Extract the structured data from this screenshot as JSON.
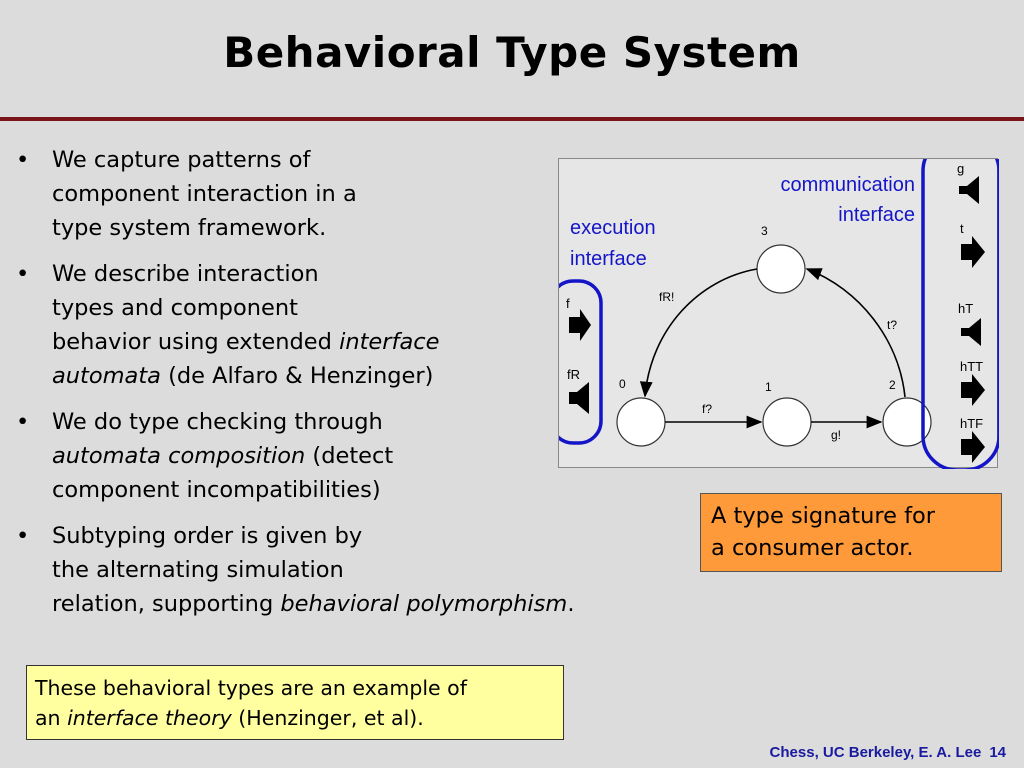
{
  "slide": {
    "title": "Behavioral Type System",
    "footer_author": "Chess, UC Berkeley, E. A. Lee",
    "page_number": "14"
  },
  "bullets": [
    {
      "marker": "•",
      "lines": [
        [
          {
            "t": "We capture patterns of"
          }
        ],
        [
          {
            "t": "component interaction in a"
          }
        ],
        [
          {
            "t": "type system framework."
          }
        ]
      ]
    },
    {
      "marker": "•",
      "lines": [
        [
          {
            "t": "We describe interaction"
          }
        ],
        [
          {
            "t": "types and component"
          }
        ],
        [
          {
            "t": "behavior using extended "
          },
          {
            "t": "interface",
            "i": true
          }
        ],
        [
          {
            "t": "automata",
            "i": true
          },
          {
            "t": " (de Alfaro & Henzinger)"
          }
        ]
      ]
    },
    {
      "marker": "•",
      "lines": [
        [
          {
            "t": "We do type checking through"
          }
        ],
        [
          {
            "t": "automata composition",
            "i": true
          },
          {
            "t": " (detect"
          }
        ],
        [
          {
            "t": "component incompatibilities)"
          }
        ]
      ]
    },
    {
      "marker": "•",
      "lines": [
        [
          {
            "t": "Subtyping order is given by"
          }
        ],
        [
          {
            "t": "the alternating simulation"
          }
        ],
        [
          {
            "t": "relation, supporting "
          },
          {
            "t": "behavioral polymorphism",
            "i": true
          },
          {
            "t": "."
          }
        ]
      ]
    }
  ],
  "diagram": {
    "communication_label_1": "communication",
    "communication_label_2": "interface",
    "execution_label_1": "execution",
    "execution_label_2": "interface",
    "states": [
      "0",
      "1",
      "2",
      "3"
    ],
    "transitions": [
      "fR!",
      "t?",
      "f?",
      "g!"
    ],
    "input_ports": [
      "f",
      "fR"
    ],
    "output_ports": [
      "g",
      "t",
      "hT",
      "hTT",
      "hTF"
    ],
    "highlight_color": "#1515c8"
  },
  "callout_orange": {
    "line1": "A type signature for",
    "line2": "a consumer actor."
  },
  "callout_yellow": {
    "line1": "These behavioral types are an example of",
    "line2_pre": "an ",
    "line2_italic": "interface theory",
    "line2_post": " (Henzinger, et al)."
  },
  "colors": {
    "background": "#dcdcdc",
    "title_rule": "#7a1418",
    "orange_box": "#ff9a3a",
    "yellow_box": "#ffffa0",
    "footer_text": "#1a1aa0"
  }
}
